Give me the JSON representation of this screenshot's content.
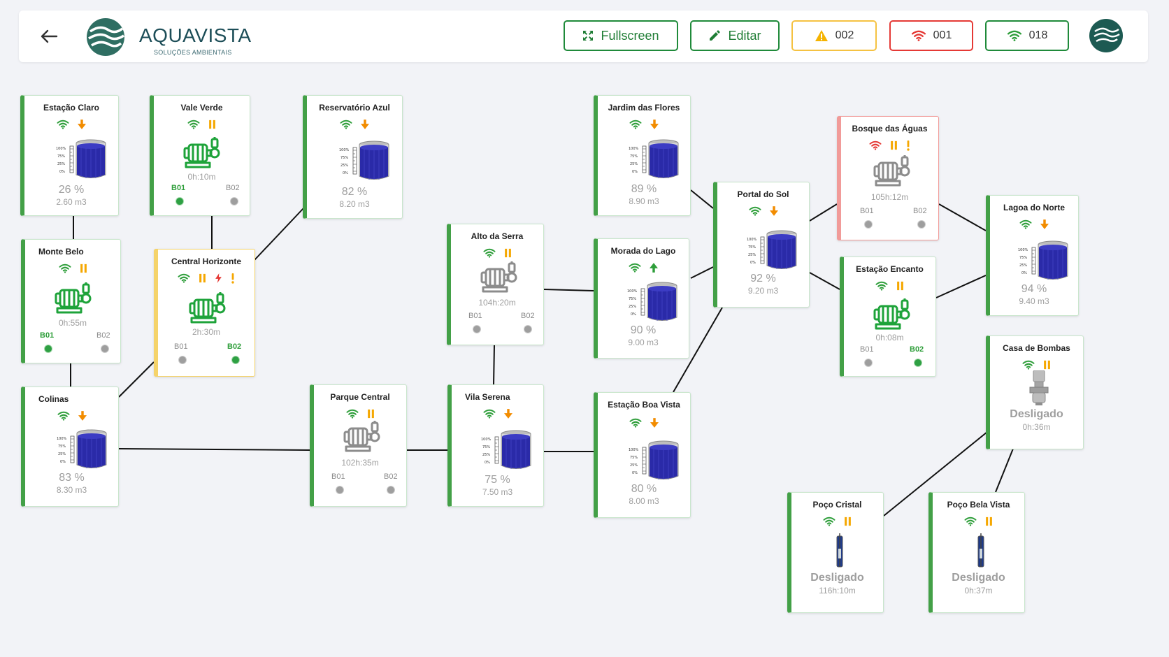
{
  "header": {
    "brand": "AQUAVISTA",
    "brand_sub": "SOLUÇÕES AMBIENTAIS",
    "fullscreen_label": "Fullscreen",
    "edit_label": "Editar",
    "warning_count": "002",
    "offline_count": "001",
    "online_count": "018",
    "colors": {
      "primary": "#1f8a3a",
      "warning": "#f5b301",
      "error": "#e53935"
    }
  },
  "nodes": {
    "estacao_claro": {
      "title": "Estação Claro",
      "pct": "26 %",
      "vol": "2.60 m3"
    },
    "vale_verde": {
      "title": "Vale Verde",
      "time": "0h:10m",
      "b1": "B01",
      "b2": "B02"
    },
    "reservatorio_azul": {
      "title": "Reservatório Azul",
      "pct": "82 %",
      "vol": "8.20 m3"
    },
    "monte_belo": {
      "title": "Monte Belo",
      "time": "0h:55m",
      "b1": "B01",
      "b2": "B02"
    },
    "central_horizonte": {
      "title": "Central Horizonte",
      "time": "2h:30m",
      "b1": "B01",
      "b2": "B02"
    },
    "colinas": {
      "title": "Colinas",
      "pct": "83 %",
      "vol": "8.30 m3"
    },
    "parque_central": {
      "title": "Parque Central",
      "time": "102h:35m",
      "b1": "B01",
      "b2": "B02"
    },
    "alto_da_serra": {
      "title": "Alto da Serra",
      "time": "104h:20m",
      "b1": "B01",
      "b2": "B02"
    },
    "vila_serena": {
      "title": "Vila Serena",
      "pct": "75 %",
      "vol": "7.50 m3"
    },
    "jardim_das_flores": {
      "title": "Jardim das Flores",
      "pct": "89 %",
      "vol": "8.90 m3"
    },
    "morada_do_lago": {
      "title": "Morada do Lago",
      "pct": "90 %",
      "vol": "9.00 m3"
    },
    "estacao_boa_vista": {
      "title": "Estação Boa Vista",
      "pct": "80 %",
      "vol": "8.00 m3"
    },
    "portal_do_sol": {
      "title": "Portal do Sol",
      "pct": "92 %",
      "vol": "9.20 m3"
    },
    "bosque_das_aguas": {
      "title": "Bosque das Águas",
      "time": "105h:12m",
      "b1": "B01",
      "b2": "B02"
    },
    "estacao_encanto": {
      "title": "Estação Encanto",
      "time": "0h:08m",
      "b1": "B01",
      "b2": "B02"
    },
    "lagoa_do_norte": {
      "title": "Lagoa do Norte",
      "pct": "94 %",
      "vol": "9.40 m3"
    },
    "casa_de_bombas": {
      "title": "Casa de Bombas",
      "state": "Desligado",
      "time": "0h:36m"
    },
    "poco_cristal": {
      "title": "Poço Cristal",
      "state": "Desligado",
      "time": "116h:10m"
    },
    "poco_bela_vista": {
      "title": "Poço Bela Vista",
      "state": "Desligado",
      "time": "0h:37m"
    }
  },
  "tank_scale": [
    "100%",
    "75%",
    "25%",
    "0%"
  ]
}
